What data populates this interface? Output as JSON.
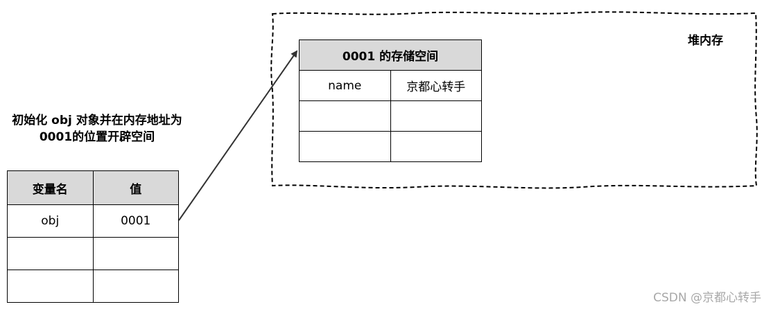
{
  "caption": "初始化 obj 对象并在内存地址为0001的位置开辟空间",
  "heap_label": "堆内存",
  "variable_table": {
    "headers": [
      "变量名",
      "值"
    ],
    "rows": [
      [
        "obj",
        "0001"
      ],
      [
        "",
        ""
      ],
      [
        "",
        ""
      ]
    ]
  },
  "heap_table": {
    "title": "0001 的存储空间",
    "rows": [
      [
        "name",
        "京都心转手"
      ],
      [
        "",
        ""
      ],
      [
        "",
        ""
      ]
    ]
  },
  "watermark": "CSDN @京都心转手"
}
